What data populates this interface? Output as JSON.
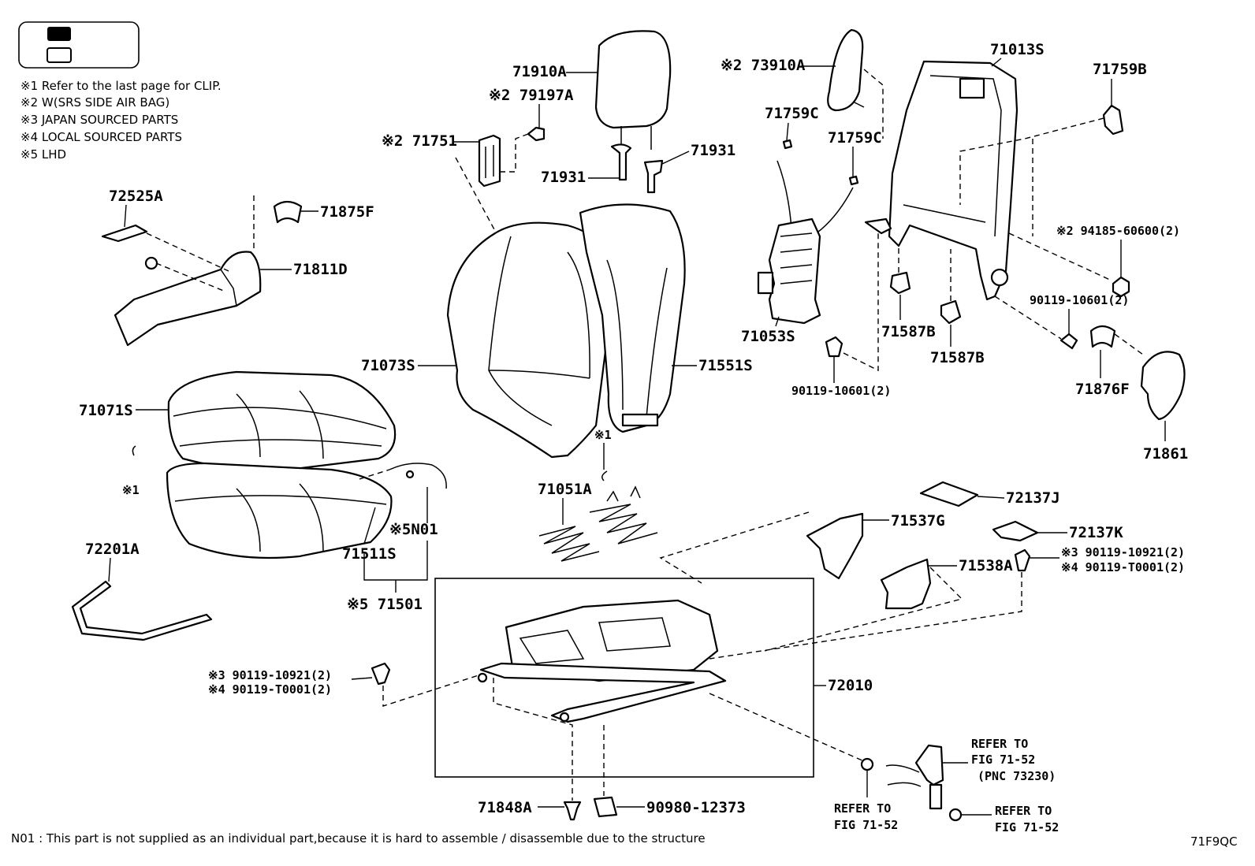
{
  "legend": {
    "notes": [
      "※1  Refer to the last page for CLIP.",
      "※2  W(SRS SIDE AIR BAG)",
      "※3  JAPAN SOURCED PARTS",
      "※4  LOCAL SOURCED PARTS",
      "※5  LHD"
    ]
  },
  "labels": {
    "p72525A": "72525A",
    "p71875F": "71875F",
    "p71811D": "71811D",
    "p71071S": "71071S",
    "p72201A": "72201A",
    "p71511S": "71511S",
    "pN01": "※5N01",
    "p71501": "※5 71501",
    "p71910A": "71910A",
    "p79197A": "※2 79197A",
    "p71751": "※2 71751",
    "p71931a": "71931",
    "p71931b": "71931",
    "p71073S": "71073S",
    "p71551S": "71551S",
    "p71051A": "71051A",
    "pk1a": "※1",
    "pk1b": "※1",
    "p73910A": "※2 73910A",
    "p71759Ca": "71759C",
    "p71759Cb": "71759C",
    "p71013S": "71013S",
    "p71759B": "71759B",
    "p94185": "※2 94185-60600(2)",
    "p90119_10601a": "90119-10601(2)",
    "p90119_10601b": "90119-10601(2)",
    "p71053S": "71053S",
    "p71587Ba": "71587B",
    "p71587Bb": "71587B",
    "p71876F": "71876F",
    "p71861": "71861",
    "p72137J": "72137J",
    "p71537G": "71537G",
    "p72137K": "72137K",
    "p90119_10921r": "※3 90119-10921(2)",
    "p90119_T0001r": "※4 90119-T0001(2)",
    "p71538A": "71538A",
    "p90119_10921l": "※3 90119-10921(2)",
    "p90119_T0001l": "※4 90119-T0001(2)",
    "p72010": "72010",
    "p71848A": "71848A",
    "p90980": "90980-12373",
    "refer1_line1": "REFER TO",
    "refer1_line2": "FIG 71-52",
    "refer1_line3": "(PNC 73230)",
    "refer2_line1": "REFER TO",
    "refer2_line2": "FIG 71-52",
    "refer3_line1": "REFER TO",
    "refer3_line2": "FIG 71-52"
  },
  "footer": {
    "note": "N01 : This part is not supplied as an individual part,because it is hard to assemble / disassemble due to the structure",
    "figure_id": "71F9QC"
  }
}
